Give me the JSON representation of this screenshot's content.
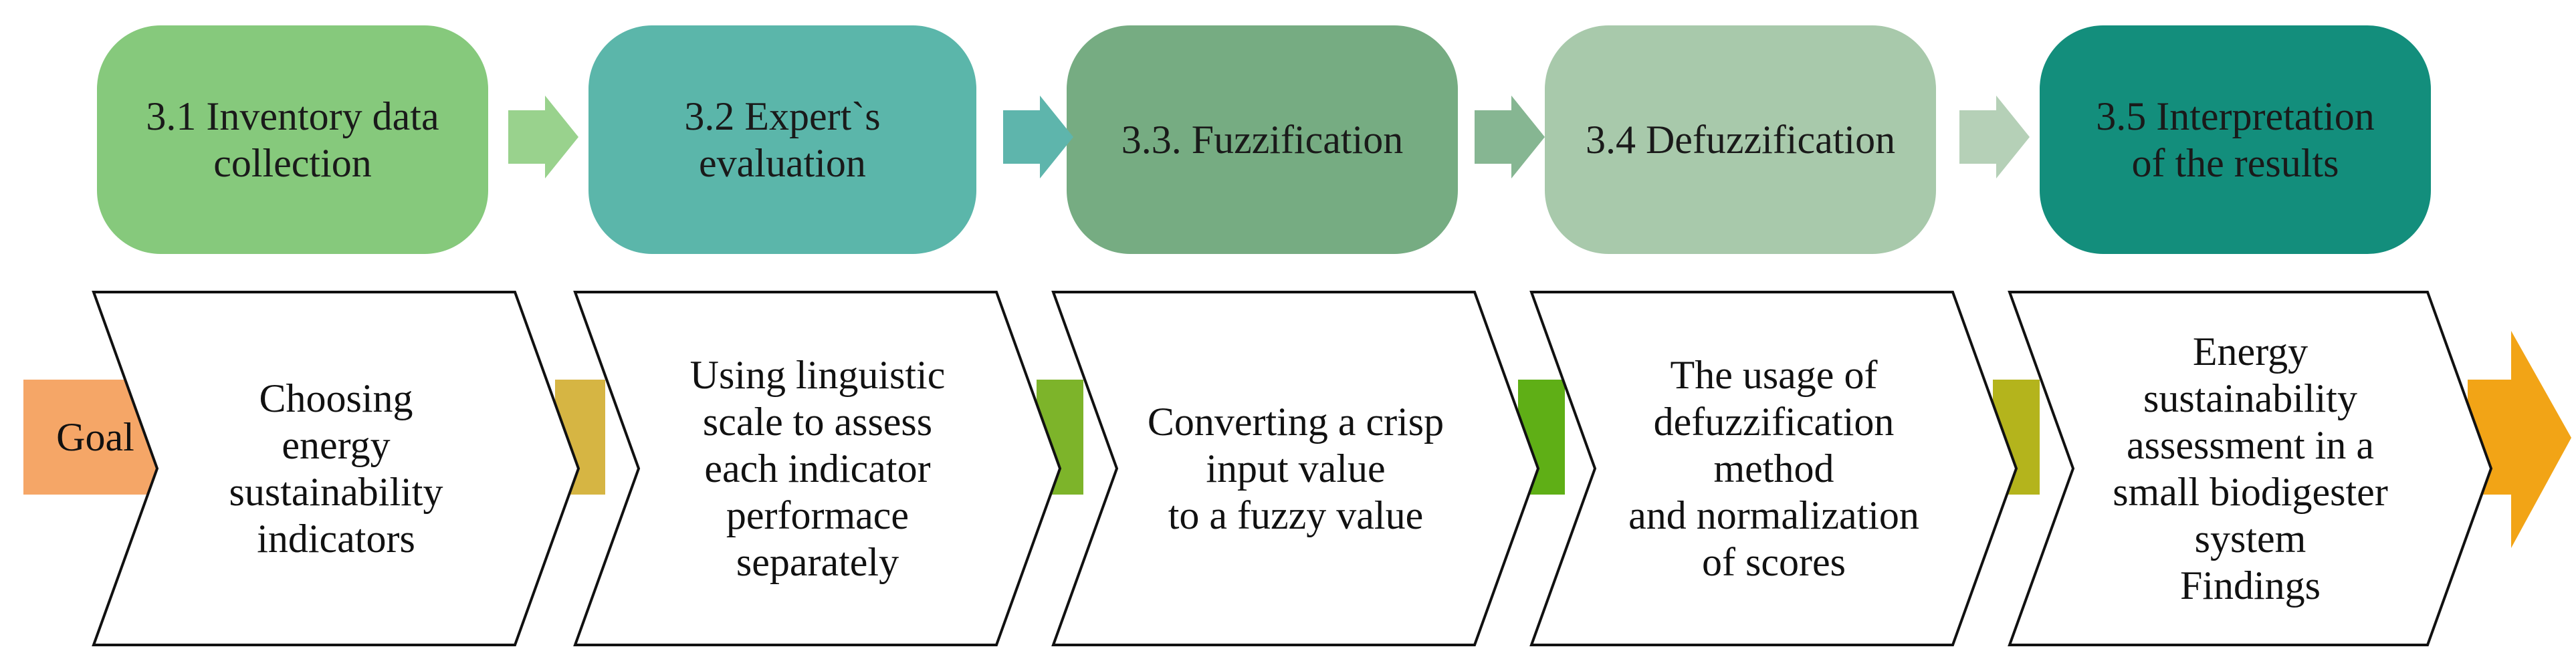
{
  "goal": {
    "label": "Goal"
  },
  "steps": [
    {
      "label": "3.1 Inventory data\ncollection",
      "color": "#86C97C",
      "arrow_color": "#99D28D"
    },
    {
      "label": "3.2 Expert`s\nevaluation",
      "color": "#5BB6AA",
      "arrow_color": "#5EB5AC"
    },
    {
      "label": "3.3. Fuzzification",
      "color": "#76AC82",
      "arrow_color": "#86B692"
    },
    {
      "label": "3.4 Defuzzification",
      "color": "#A8C9AB",
      "arrow_color": "#B5D0B7"
    },
    {
      "label": "3.5 Interpretation\nof the results",
      "color": "#138E7C"
    }
  ],
  "phases": [
    {
      "text": "Choosing\nenergy\nsustainability\nindicators"
    },
    {
      "text": "Using linguistic\nscale to assess\neach indicator\nperformace\nseparately"
    },
    {
      "text": "Converting a crisp\ninput value\n to a fuzzy value"
    },
    {
      "text": "The usage of\ndefuzzification\nmethod\n and normalization\nof scores"
    },
    {
      "text": "Energy\nsustainability\nassessment in a\nsmall biodigester\nsystem\nFindings"
    }
  ],
  "connector_colors": [
    "#F5A667",
    "#D6B543",
    "#7DB42A",
    "#5FAF16",
    "#B4B41C",
    "#F2A416"
  ]
}
